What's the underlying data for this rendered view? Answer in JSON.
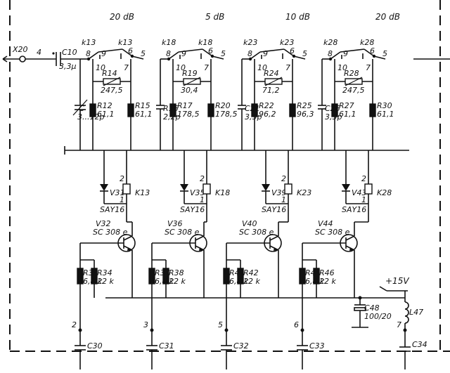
{
  "attenuation_labels": [
    "20 dB",
    "5 dB",
    "10 dB",
    "20 dB"
  ],
  "input": {
    "connector": "X20",
    "pin": "4"
  },
  "coupling_cap": {
    "name": "C10",
    "value": "3,3µ"
  },
  "trimmer_cap": {
    "name": "C",
    "value": "3...12p"
  },
  "stages": [
    {
      "relay_contact_ii": "k13",
      "relay_contact_i": "k13",
      "contacts": {
        "a": "8",
        "b": "9",
        "c": "10",
        "d": "6",
        "e": "5",
        "f": "7"
      },
      "series_res": {
        "name": "R14",
        "value": "247,5"
      },
      "shunt_left": {
        "name": "R12",
        "value": "61,1"
      },
      "shunt_right": {
        "name": "R15",
        "value": "61,1"
      },
      "diode": "V31",
      "relay": "K13",
      "diode_type": "SAY16",
      "transistor": {
        "name": "V32",
        "type": "SC 308 e"
      },
      "r_a": {
        "name": "R33",
        "value": "6,8 k"
      },
      "r_b": {
        "name": "R34",
        "value": "22 k"
      },
      "node": "2",
      "cap": "C30"
    },
    {
      "relay_contact_ii": "k18",
      "relay_contact_i": "k18",
      "contacts": {
        "a": "8",
        "b": "9",
        "c": "10",
        "d": "6",
        "e": "5",
        "f": "7"
      },
      "shunt_cap": {
        "name": "R16",
        "value": "2,2p"
      },
      "series_res": {
        "name": "R19",
        "value": "30,4"
      },
      "shunt_left": {
        "name": "R17",
        "value": "178,5"
      },
      "shunt_right": {
        "name": "R20",
        "value": "178,5"
      },
      "diode": "V35",
      "relay": "K18",
      "diode_type": "SAY16",
      "transistor": {
        "name": "V36",
        "type": "SC 308 e"
      },
      "r_a": {
        "name": "R37",
        "value": "6,8 k"
      },
      "r_b": {
        "name": "R38",
        "value": "22 k"
      },
      "node": "3",
      "cap": "C31"
    },
    {
      "relay_contact_ii": "k23",
      "relay_contact_i": "k23",
      "contacts": {
        "a": "8",
        "b": "9",
        "c": "10",
        "d": "6",
        "e": "5",
        "f": "7"
      },
      "shunt_cap": {
        "name": "C21",
        "value": "3,3p"
      },
      "series_res": {
        "name": "R24",
        "value": "71,2"
      },
      "shunt_left": {
        "name": "R22",
        "value": "96,2"
      },
      "shunt_right": {
        "name": "R25",
        "value": "96,3"
      },
      "diode": "V39",
      "relay": "K23",
      "diode_type": "SAY16",
      "transistor": {
        "name": "V40",
        "type": "SC 308 e"
      },
      "r_a": {
        "name": "R41",
        "value": "6,8 k"
      },
      "r_b": {
        "name": "R42",
        "value": "22 k"
      },
      "node": "5",
      "cap": "C32"
    },
    {
      "relay_contact_ii": "k28",
      "relay_contact_i": "k28",
      "contacts": {
        "a": "8",
        "b": "9",
        "c": "10",
        "d": "6",
        "e": "5",
        "f": "7"
      },
      "shunt_cap": {
        "name": "C26",
        "value": "3,3p"
      },
      "series_res": {
        "name": "R28",
        "value": "247,5"
      },
      "shunt_left": {
        "name": "R27",
        "value": "61,1"
      },
      "shunt_right": {
        "name": "R30",
        "value": "61,1"
      },
      "diode": "V43",
      "relay": "K28",
      "diode_type": "SAY16",
      "transistor": {
        "name": "V44",
        "type": "SC 308 e"
      },
      "r_a": {
        "name": "R45",
        "value": "6,8 k"
      },
      "r_b": {
        "name": "R46",
        "value": "22 k"
      },
      "node": "6",
      "cap": "C33"
    }
  ],
  "supply": {
    "label": "+15V",
    "cap_name": "C48",
    "cap_value": "100/20",
    "inductor": "L47",
    "node": "7",
    "out_cap": "C34"
  },
  "relay_coil_pins": {
    "top": "2",
    "bottom": "1"
  }
}
